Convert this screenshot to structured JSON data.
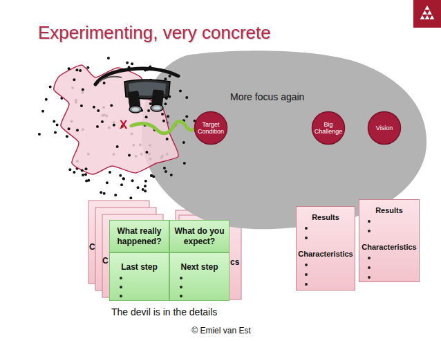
{
  "diagram": {
    "title": "Experimenting, very concrete",
    "nodes": [
      {
        "text": [
          "More focus again"
        ]
      },
      {
        "text": [
          "Target Condition"
        ],
        "in": 0
      },
      {
        "text": [
          "Big Challenge"
        ],
        "in": 0
      },
      {
        "text": [
          "Vision"
        ],
        "in": 0
      },
      {
        "text": [
          "What really happened?"
        ]
      },
      {
        "text": [
          "What do you expect?"
        ]
      },
      {
        "text": [
          "Last step"
        ]
      },
      {
        "text": [
          "Next step"
        ]
      },
      {
        "text": [
          "Results",
          "Characteristics"
        ]
      },
      {
        "text": [
          "Results",
          "Characteristics"
        ]
      }
    ],
    "labels": [
      "X",
      "C",
      "C",
      "cs",
      "The devil is in the details",
      "© Emiel van Est"
    ]
  }
}
